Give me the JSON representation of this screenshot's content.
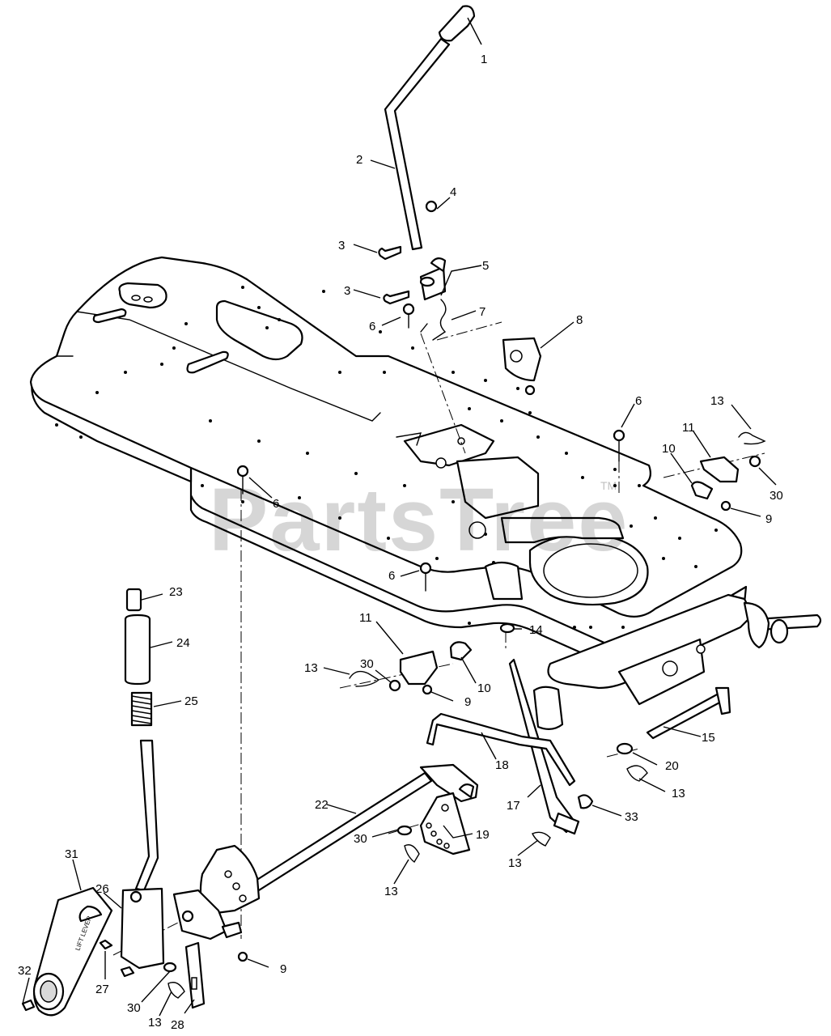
{
  "watermark": {
    "text": "PartsTree",
    "tm": "TM"
  },
  "lift_lever_label": "LIFT LEVER",
  "callouts": [
    {
      "id": "c1",
      "label": "1"
    },
    {
      "id": "c2",
      "label": "2"
    },
    {
      "id": "c3a",
      "label": "3"
    },
    {
      "id": "c3b",
      "label": "3"
    },
    {
      "id": "c4",
      "label": "4"
    },
    {
      "id": "c5",
      "label": "5"
    },
    {
      "id": "c6a",
      "label": "6"
    },
    {
      "id": "c6b",
      "label": "6"
    },
    {
      "id": "c6c",
      "label": "6"
    },
    {
      "id": "c6d",
      "label": "6"
    },
    {
      "id": "c7",
      "label": "7"
    },
    {
      "id": "c8",
      "label": "8"
    },
    {
      "id": "c9a",
      "label": "9"
    },
    {
      "id": "c9b",
      "label": "9"
    },
    {
      "id": "c9c",
      "label": "9"
    },
    {
      "id": "c10a",
      "label": "10"
    },
    {
      "id": "c10b",
      "label": "10"
    },
    {
      "id": "c11a",
      "label": "11"
    },
    {
      "id": "c11b",
      "label": "11"
    },
    {
      "id": "c13a",
      "label": "13"
    },
    {
      "id": "c13b",
      "label": "13"
    },
    {
      "id": "c13c",
      "label": "13"
    },
    {
      "id": "c13d",
      "label": "13"
    },
    {
      "id": "c13e",
      "label": "13"
    },
    {
      "id": "c13f",
      "label": "13"
    },
    {
      "id": "c14",
      "label": "14"
    },
    {
      "id": "c15",
      "label": "15"
    },
    {
      "id": "c17",
      "label": "17"
    },
    {
      "id": "c18",
      "label": "18"
    },
    {
      "id": "c19",
      "label": "19"
    },
    {
      "id": "c20",
      "label": "20"
    },
    {
      "id": "c22",
      "label": "22"
    },
    {
      "id": "c23",
      "label": "23"
    },
    {
      "id": "c24",
      "label": "24"
    },
    {
      "id": "c25",
      "label": "25"
    },
    {
      "id": "c26",
      "label": "26"
    },
    {
      "id": "c27",
      "label": "27"
    },
    {
      "id": "c28",
      "label": "28"
    },
    {
      "id": "c30a",
      "label": "30"
    },
    {
      "id": "c30b",
      "label": "30"
    },
    {
      "id": "c30c",
      "label": "30"
    },
    {
      "id": "c30d",
      "label": "30"
    },
    {
      "id": "c31",
      "label": "31"
    },
    {
      "id": "c32",
      "label": "32"
    },
    {
      "id": "c33",
      "label": "33"
    }
  ]
}
